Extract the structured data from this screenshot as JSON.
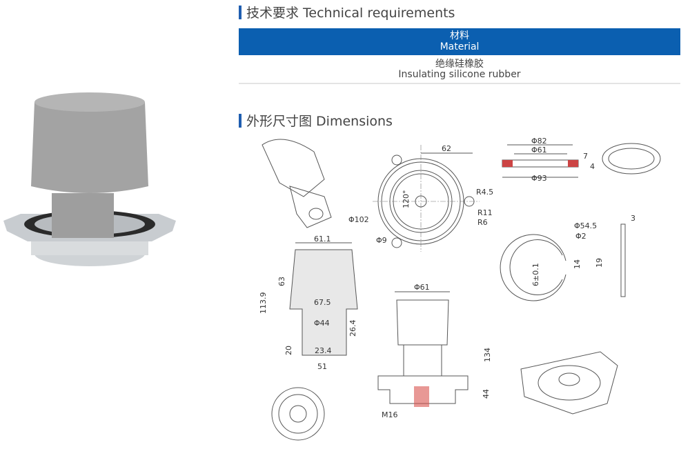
{
  "sections": {
    "tech": "技术要求 Technical requirements",
    "dims": "外形尺寸图 Dimensions"
  },
  "table": {
    "header_cn": "材料",
    "header_en": "Material",
    "value_cn": "绝缘硅橡胶",
    "value_en": "Insulating silicone rubber"
  },
  "dims": {
    "d62": "62",
    "r45": "R4.5",
    "r11": "R11",
    "r6": "R6",
    "phi102": "Φ102",
    "phi9": "Φ9",
    "a120": "120°",
    "phi82": "Φ82",
    "phi61a": "Φ61",
    "phi93": "Φ93",
    "d7": "7",
    "d4": "4",
    "phi545": "Φ54.5",
    "phi2": "Φ2",
    "d14": "14",
    "d19": "19",
    "d6": "6±0.1",
    "d3": "3",
    "d611": "61.1",
    "d63": "63",
    "d1139": "113.9",
    "d675": "67.5",
    "phi44": "Φ44",
    "d264": "26.4",
    "d20": "20",
    "d234": "23.4",
    "d51": "51",
    "phi61b": "Φ61",
    "d134": "134",
    "d44": "44",
    "m16": "M16"
  },
  "colors": {
    "accent": "#0b5fb0",
    "product_gray": "#a9a9a9"
  }
}
